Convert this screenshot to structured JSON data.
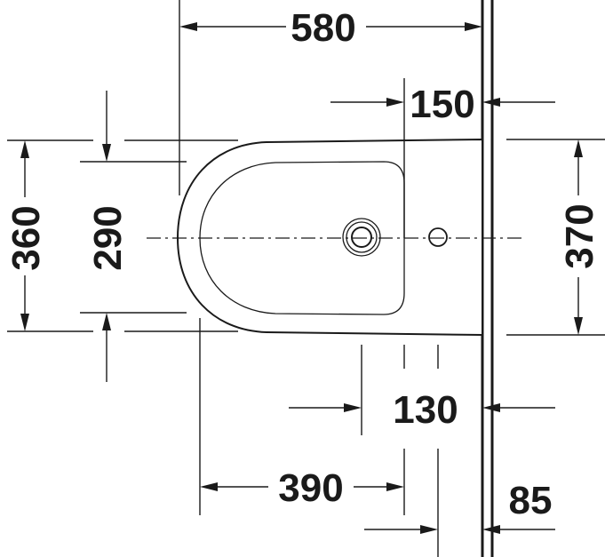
{
  "dimensions": {
    "width_top": "580",
    "wall_to_tap": "150",
    "depth_left_outer": "360",
    "depth_left_inner": "290",
    "depth_right": "370",
    "wall_to_drain": "130",
    "bowl_to_drain": "390",
    "wall_offset": "85"
  }
}
